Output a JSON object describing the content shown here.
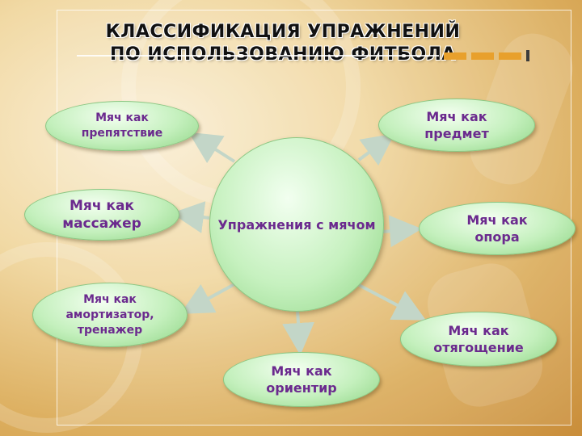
{
  "title": {
    "line1": "КЛАССИФИКАЦИЯ УПРАЖНЕНИЙ",
    "line2": "ПО ИСПОЛЬЗОВАНИЮ ФИТБОЛА"
  },
  "center": {
    "line1": "Упражнения",
    "line2": "с мячом"
  },
  "nodes": {
    "obstacle": {
      "line1": "Мяч как",
      "line2": "препятствие"
    },
    "object": {
      "line1": "Мяч как",
      "line2": "предмет"
    },
    "massager": {
      "line1": "Мяч как",
      "line2": "массажер"
    },
    "support": {
      "line1": "Мяч как",
      "line2": "опора"
    },
    "absorber": {
      "line1": "Мяч как",
      "line2": "амортизатор,",
      "line3": "тренажер"
    },
    "weight": {
      "line1": "Мяч как",
      "line2": "отягощение"
    },
    "guide": {
      "line1": "Мяч как",
      "line2": "ориентир"
    }
  },
  "colors": {
    "node_text": "#6b2a8e",
    "node_fill": "#c4f0bd",
    "arrow": "#b9cfc0",
    "accent": "#e8a02c"
  }
}
